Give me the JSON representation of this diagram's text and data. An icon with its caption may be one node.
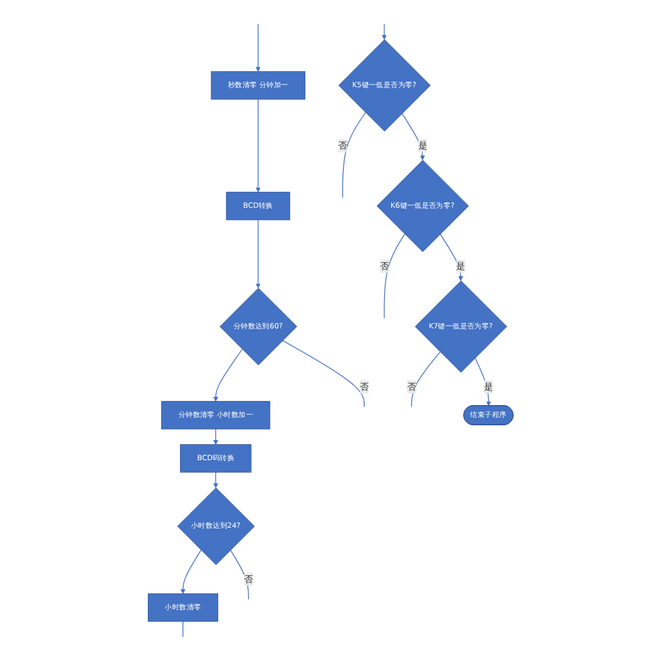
{
  "diagram": {
    "nodes": [
      {
        "text": [
          "秒数清零 分钟加一"
        ]
      },
      {
        "text": [
          "BCD转换"
        ]
      },
      {
        "text": [
          "分钟数达到60?"
        ]
      },
      {
        "text": [
          "分钟数清零 小时数加一"
        ]
      },
      {
        "text": [
          "BCD码转换"
        ]
      },
      {
        "text": [
          "小时数达到24?"
        ]
      },
      {
        "text": [
          "小时数清零"
        ]
      },
      {
        "text": [
          "K5键一低是否为零?"
        ]
      },
      {
        "text": [
          "K6键一低是否为零?"
        ]
      },
      {
        "text": [
          "K7键一低是否为零?"
        ]
      },
      {
        "text": [
          "结束子程序"
        ]
      }
    ],
    "edges": [
      {
        "from": null,
        "to": 0,
        "arrow": "to"
      },
      {
        "from": 0,
        "to": 1,
        "arrow": "to"
      },
      {
        "from": 1,
        "to": 2,
        "arrow": "to"
      },
      {
        "from": 2,
        "to": 3,
        "arrow": "to"
      },
      {
        "from": 2,
        "to": null,
        "label": "否",
        "arrow": "none"
      },
      {
        "from": 3,
        "to": 4,
        "arrow": "to"
      },
      {
        "from": 4,
        "to": 5,
        "arrow": "to"
      },
      {
        "from": 5,
        "to": 6,
        "arrow": "to"
      },
      {
        "from": 5,
        "to": null,
        "label": "否",
        "arrow": "none"
      },
      {
        "from": 6,
        "to": null,
        "arrow": "none"
      },
      {
        "from": null,
        "to": 7,
        "arrow": "to"
      },
      {
        "from": 7,
        "to": null,
        "label": "否",
        "arrow": "none"
      },
      {
        "from": 7,
        "to": 8,
        "label": "是",
        "arrow": "to"
      },
      {
        "from": 8,
        "to": null,
        "label": "否",
        "arrow": "none"
      },
      {
        "from": 8,
        "to": 9,
        "label": "是",
        "arrow": "to"
      },
      {
        "from": 9,
        "to": null,
        "label": "否",
        "arrow": "none"
      },
      {
        "from": 9,
        "to": 10,
        "label": "是",
        "arrow": "to"
      }
    ]
  }
}
